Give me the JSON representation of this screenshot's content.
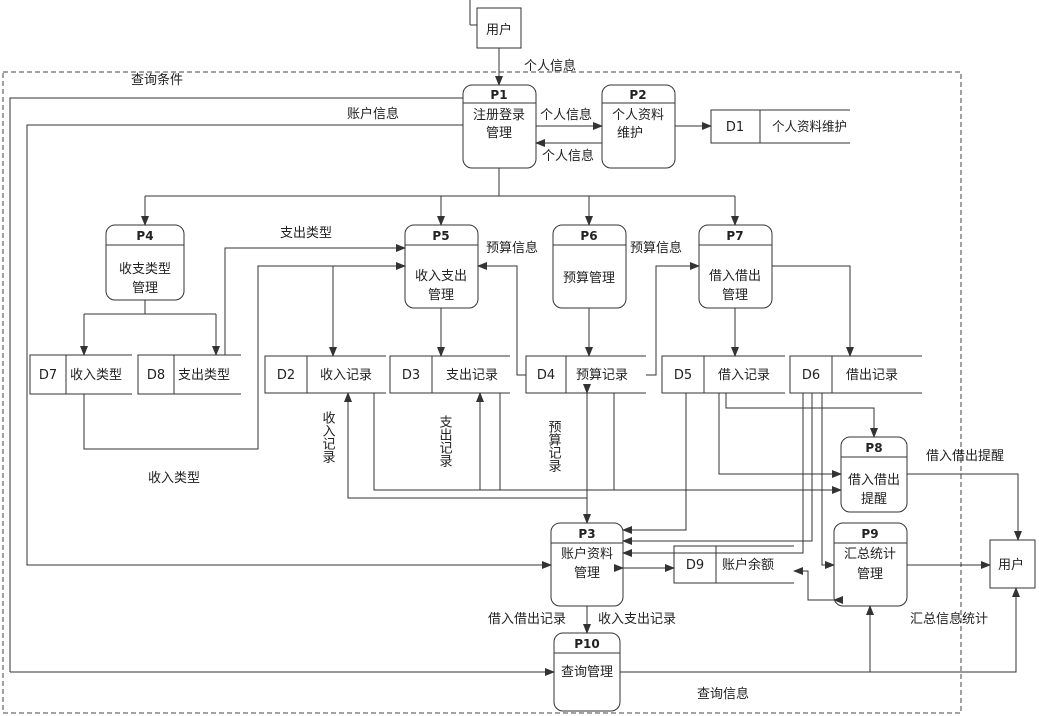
{
  "entities": {
    "user_top": "用户",
    "user_right": "用户"
  },
  "processes": {
    "p1": {
      "id": "P1",
      "line1": "注册登录",
      "line2": "管理"
    },
    "p2": {
      "id": "P2",
      "line1": "个人资料",
      "line2": "维护"
    },
    "p3": {
      "id": "P3",
      "line1": "账户资料",
      "line2": "管理"
    },
    "p4": {
      "id": "P4",
      "line1": "收支类型",
      "line2": "管理"
    },
    "p5": {
      "id": "P5",
      "line1": "收入支出",
      "line2": "管理"
    },
    "p6": {
      "id": "P6",
      "line1": "预算管理",
      "line2": ""
    },
    "p7": {
      "id": "P7",
      "line1": "借入借出",
      "line2": "管理"
    },
    "p8": {
      "id": "P8",
      "line1": "借入借出",
      "line2": "提醒"
    },
    "p9": {
      "id": "P9",
      "line1": "汇总统计",
      "line2": "管理"
    },
    "p10": {
      "id": "P10",
      "line1": "查询管理",
      "line2": ""
    }
  },
  "stores": {
    "d1": {
      "id": "D1",
      "name": "个人资料维护"
    },
    "d2": {
      "id": "D2",
      "name": "收入记录"
    },
    "d3": {
      "id": "D3",
      "name": "支出记录"
    },
    "d4": {
      "id": "D4",
      "name": "预算记录"
    },
    "d5": {
      "id": "D5",
      "name": "借入记录"
    },
    "d6": {
      "id": "D6",
      "name": "借出记录"
    },
    "d7": {
      "id": "D7",
      "name": "收入类型"
    },
    "d8": {
      "id": "D8",
      "name": "支出类型"
    },
    "d9": {
      "id": "D9",
      "name": "账户余额"
    }
  },
  "labels": {
    "personal_info_top": "个人信息",
    "query_conditions": "查询条件",
    "account_info": "账户信息",
    "personal_info_to_p2": "个人信息",
    "personal_info_from_p2": "个人信息",
    "expense_type": "支出类型",
    "budget_info_p5": "预算信息",
    "budget_info_p7": "预算信息",
    "income_type": "收入类型",
    "income_record_vertical": "收入记录",
    "expense_record_vertical": "支出记录",
    "budget_record_vertical": "预算记录",
    "borrow_reminder": "借入借出提醒",
    "borrow_record_flow": "借入借出记录",
    "income_expense_record_flow": "收入支出记录",
    "summary_stats": "汇总信息统计",
    "query_info": "查询信息"
  }
}
